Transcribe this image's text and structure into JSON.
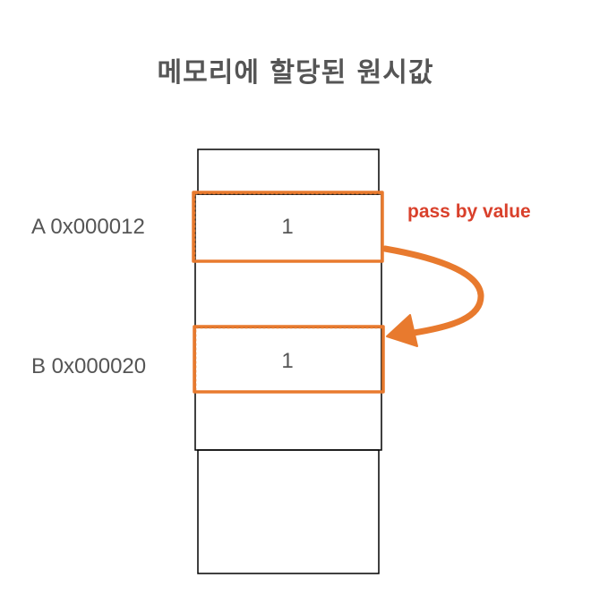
{
  "title": "메모리에 할당된 원시값",
  "variables": [
    {
      "label": "A 0x000012",
      "value": "1"
    },
    {
      "label": "B 0x000020",
      "value": "1"
    }
  ],
  "annotation": "pass by value",
  "colors": {
    "title": "#555555",
    "text": "#555555",
    "highlight": "#e87a2e",
    "annotation": "#d9402b",
    "cell_border": "#000000"
  }
}
